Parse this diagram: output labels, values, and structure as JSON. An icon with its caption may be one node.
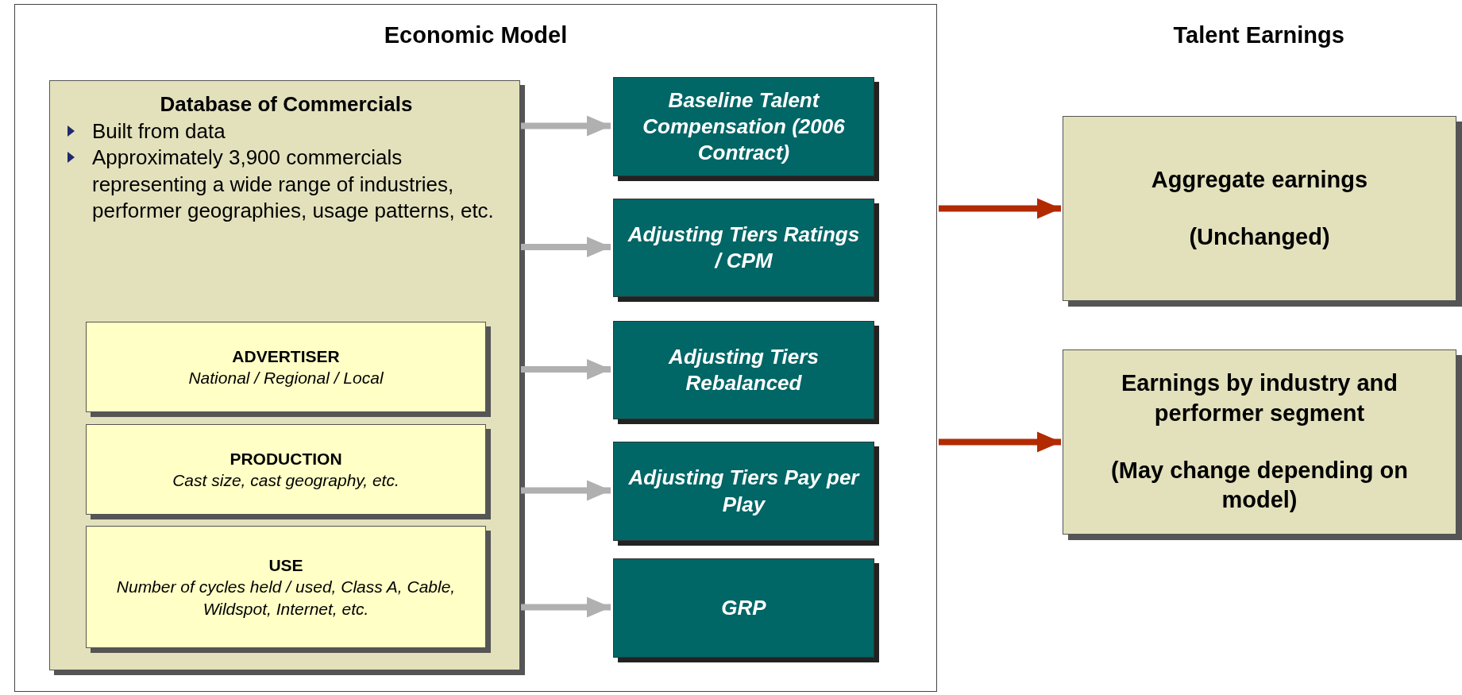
{
  "diagram": {
    "nodes": [
      {
        "text": [
          "Economic Model"
        ]
      },
      {
        "text": [
          "Database of Commercials",
          "Built from data",
          "Approximately 3,900 commercials representing a wide range of industries, performer geographies, usage patterns, etc."
        ],
        "in": 0
      },
      {
        "text": [
          "ADVERTISER",
          "National / Regional / Local"
        ],
        "in": 1
      },
      {
        "text": [
          "PRODUCTION",
          "Cast size, cast geography, etc."
        ],
        "in": 1
      },
      {
        "text": [
          "USE",
          "Number of cycles held / used, Class A, Cable, Wildspot, Internet, etc."
        ],
        "in": 1
      },
      {
        "text": [
          "Baseline Talent Compensation (2006 Contract)"
        ],
        "in": 0
      },
      {
        "text": [
          "Adjusting Tiers Ratings / CPM"
        ],
        "in": 0
      },
      {
        "text": [
          "Adjusting Tiers Rebalanced"
        ],
        "in": 0
      },
      {
        "text": [
          "Adjusting Tiers Pay per Play"
        ],
        "in": 0
      },
      {
        "text": [
          "GRP"
        ],
        "in": 0
      },
      {
        "text": [
          "Aggregate earnings",
          "(Unchanged)"
        ]
      },
      {
        "text": [
          "Earnings by industry and performer segment",
          "(May change depending on model)"
        ]
      }
    ],
    "edges": [
      {
        "from": 1,
        "to": 5,
        "arrow": "to",
        "color": "#b0b0b0"
      },
      {
        "from": 1,
        "to": 6,
        "arrow": "to",
        "color": "#b0b0b0"
      },
      {
        "from": 1,
        "to": 7,
        "arrow": "to",
        "color": "#b0b0b0"
      },
      {
        "from": 1,
        "to": 8,
        "arrow": "to",
        "color": "#b0b0b0"
      },
      {
        "from": 1,
        "to": 9,
        "arrow": "to",
        "color": "#b0b0b0"
      },
      {
        "from": 0,
        "to": 10,
        "arrow": "to",
        "color": "#b22a00"
      },
      {
        "from": 0,
        "to": 11,
        "arrow": "to",
        "color": "#b22a00"
      }
    ],
    "labels": [
      "Talent Earnings"
    ]
  }
}
